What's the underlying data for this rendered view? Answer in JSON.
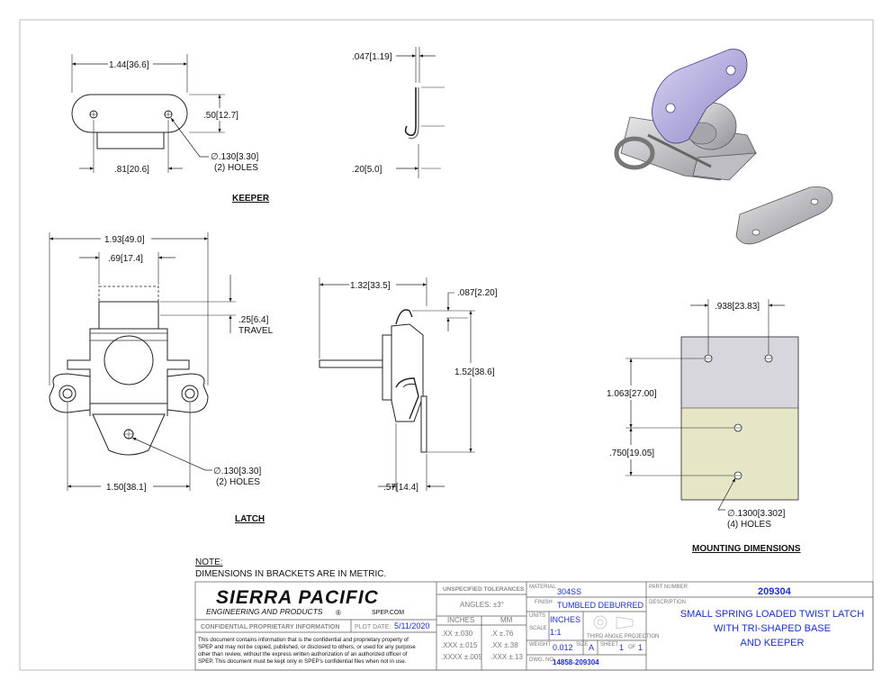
{
  "keeper": {
    "label": "KEEPER",
    "top_width": ".1.44",
    "top_width_in": "1.44",
    "top_width_mm": "36.6",
    "height_in": ".50",
    "height_mm": "12.7",
    "hole_spacing_in": ".81",
    "hole_spacing_mm": "20.6",
    "hole_dia": "∅.130",
    "hole_dia_mm": "3.30",
    "hole_count": "(2) HOLES",
    "thick_in": ".047",
    "thick_mm": "1.19",
    "side_h_in": ".20",
    "side_h_mm": "5.0"
  },
  "latch": {
    "label": "LATCH",
    "overall_w_in": "1.93",
    "overall_w_mm": "49.0",
    "slot_w_in": ".69",
    "slot_w_mm": "17.4",
    "travel_in": ".25",
    "travel_mm": "6.4",
    "travel_label": "TRAVEL",
    "base_w_in": "1.50",
    "base_w_mm": "38.1",
    "hole_dia": "∅.130",
    "hole_dia_mm": "3.30",
    "hole_count": "(2) HOLES",
    "side_w_in": "1.32",
    "side_w_mm": "33.5",
    "lip_in": ".087",
    "lip_mm": "2.20",
    "side_h_in": "1.52",
    "side_h_mm": "38.6",
    "base_d_in": ".57",
    "base_d_mm": "14.4"
  },
  "mounting": {
    "label": "MOUNTING DIMENSIONS",
    "spacing_in": ".938",
    "spacing_mm": "23.83",
    "v1_in": "1.063",
    "v1_mm": "27.00",
    "v2_in": ".750",
    "v2_mm": "19.05",
    "hole_dia": "∅.1300",
    "hole_dia_mm": "3.302",
    "hole_count": "(4) HOLES",
    "upper_color": "#d6d6dc",
    "lower_color": "#e4e6c6"
  },
  "notes": {
    "heading": "NOTE:",
    "text": "DIMENSIONS IN BRACKETS ARE IN METRIC."
  },
  "title_block": {
    "company": "SIERRA PACIFIC",
    "subtitle": "ENGINEERING AND PRODUCTS",
    "reg_mark": "®",
    "website": "SPEP.COM",
    "confidential_heading": "CONFIDENTIAL PROPRIETARY INFORMATION",
    "plot_date_label": "PLOT DATE:",
    "plot_date": "5/11/2020",
    "confidential_lines": [
      "This document contains information that is the confidential and proprietary property of",
      "SPEP and may not be copied, published, or disclosed to others, or used for any purpose",
      "other than review, without the express written authorization of an authorized officer of",
      "SPEP. This document must be kept only in SPEP's confidential files when not in use."
    ],
    "tolerances_heading": "UNSPECIFIED TOLERANCES",
    "angles": "ANGLES: ±3°",
    "inches_label": "INCHES",
    "mm_label": "MM",
    "tol_rows": [
      {
        "in_key": ".XX",
        "in_val": "±.030",
        "mm_key": ".X",
        "mm_val": "±.76"
      },
      {
        "in_key": ".XXX",
        "in_val": "±.015",
        "mm_key": ".XX",
        "mm_val": "±.38"
      },
      {
        "in_key": ".XXXX",
        "in_val": "±.005",
        "mm_key": ".XXX",
        "mm_val": "±.13"
      }
    ],
    "material_label": "MATERIAL",
    "material": "304SS",
    "finish_label": "FINISH",
    "finish": "TUMBLED DEBURRED",
    "units_label": "UNITS",
    "units": "INCHES",
    "scale_label": "SCALE",
    "scale": "1:1",
    "projection_label": "THIRD ANGLE PROJECTION",
    "weight_label": "WEIGHT",
    "weight": "0.012",
    "size_label": "SIZE",
    "size": "A",
    "sheet_label": "SHEET",
    "sheet": "1",
    "of_label": "OF",
    "sheet_total": "1",
    "dwg_label": "DWG. NO.",
    "dwg_no": "14858-209304",
    "part_label": "PART NUMBER",
    "part_no": "209304",
    "desc_label": "DESCRIPTION",
    "description_lines": [
      "SMALL SPRING LOADED TWIST LATCH",
      "WITH TRI-SHAPED BASE",
      "AND KEEPER"
    ]
  }
}
